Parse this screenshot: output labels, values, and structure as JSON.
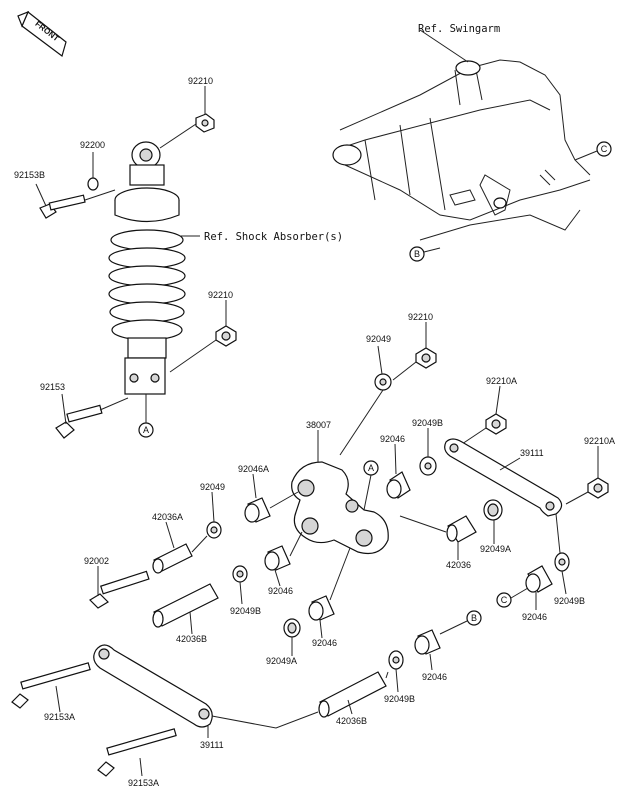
{
  "front_label": "FRONT",
  "refs": {
    "swingarm": "Ref. Swingarm",
    "shock": "Ref. Shock Absorber(s)"
  },
  "markers": {
    "a1": "A",
    "a2": "A",
    "b1": "B",
    "b2": "B",
    "c1": "C",
    "c2": "C"
  },
  "parts": {
    "p92210_top": "92210",
    "p92200": "92200",
    "p92153b": "92153B",
    "p92210_mid": "92210",
    "p92153": "92153",
    "p92049_top": "92049",
    "p92210_link": "92210",
    "p92210a_1": "92210A",
    "p92210a_2": "92210A",
    "p38007": "38007",
    "p92049b_top": "92049B",
    "p92046_top": "92046",
    "p39111_right": "39111",
    "p92046a": "92046A",
    "p92049_left": "92049",
    "p42036a": "42036A",
    "p92049a_right": "92049A",
    "p42036": "42036",
    "p92002": "92002",
    "p92046_mid": "92046",
    "p92049b_mid": "92049B",
    "p42036b_left": "42036B",
    "p92049b_right": "92049B",
    "p92046_right": "92046",
    "p92046_low": "92046",
    "p92049a_low": "92049A",
    "p92046_low2": "92046",
    "p92049b_low": "92049B",
    "p42036b_low": "42036B",
    "p92153a_1": "92153A",
    "p39111_low": "39111",
    "p92153a_2": "92153A"
  }
}
